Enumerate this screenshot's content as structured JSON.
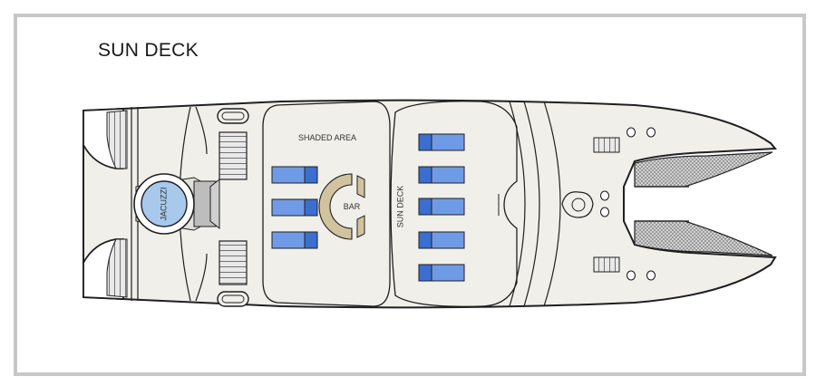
{
  "title": "SUN DECK",
  "labels": {
    "jacuzzi": "JACUZZI",
    "shaded_area": "SHADED AREA",
    "bar": "BAR",
    "sun_deck": "SUN DECK"
  },
  "colors": {
    "frame": "#c8c8c8",
    "deck": "#f1efea",
    "outline": "#1f1f1f",
    "lounger": "#6f9be6",
    "lounger_dark": "#3a6fd0",
    "jacuzzi": "#a8c8ec",
    "bar": "#d2c39f",
    "stairs": "#9a9a9a",
    "net": "#8a8a8a"
  }
}
